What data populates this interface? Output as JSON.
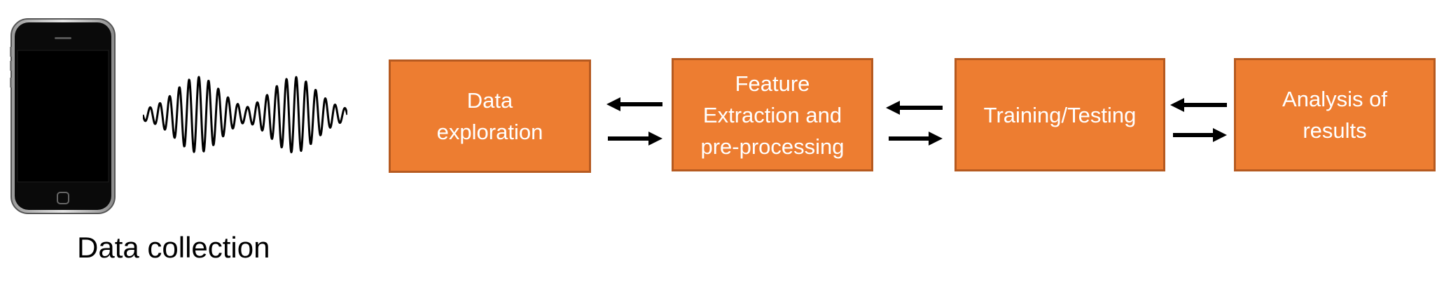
{
  "data_collection": {
    "label": "Data collection"
  },
  "boxes": [
    {
      "label": "Data\nexploration"
    },
    {
      "label": "Feature\nExtraction and\npre-processing"
    },
    {
      "label": "Training/Testing"
    },
    {
      "label": "Analysis of\nresults"
    }
  ],
  "colors": {
    "box_fill": "#ed7d31",
    "box_border": "#b65a20",
    "box_text": "#ffffff",
    "arrow": "#000000",
    "phone_body": "#0a0a0a"
  },
  "icons": [
    "smartphone-icon",
    "sound-wave-icon"
  ]
}
